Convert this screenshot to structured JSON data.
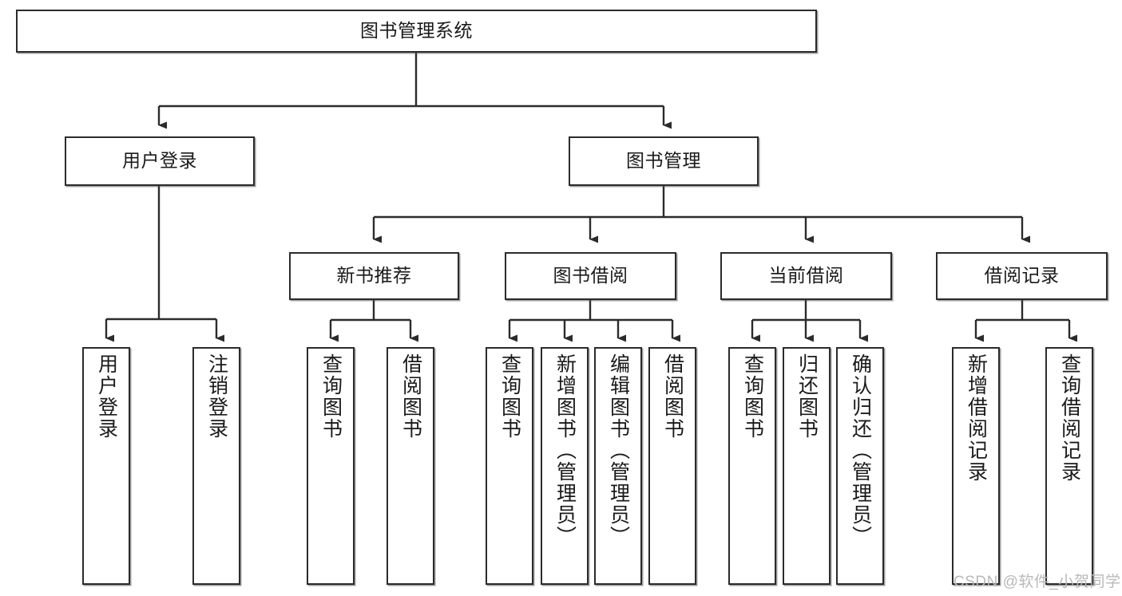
{
  "diagram": {
    "title": "图书管理系统",
    "type": "tree",
    "orientation": "top-down",
    "colors": {
      "node_border": "#2b2b2b",
      "node_fill": "#ffffff",
      "edge": "#2b2b2b",
      "text": "#1a1a1a",
      "watermark": "#b9b9b9",
      "canvas": "#ffffff"
    },
    "nodes": {
      "root": {
        "label": "图书管理系统"
      },
      "level2": [
        {
          "id": "user-login",
          "label": "用户登录"
        },
        {
          "id": "book-manage",
          "label": "图书管理"
        }
      ],
      "level3": [
        {
          "id": "new-book-recommend",
          "label": "新书推荐"
        },
        {
          "id": "book-borrow",
          "label": "图书借阅"
        },
        {
          "id": "current-borrow",
          "label": "当前借阅"
        },
        {
          "id": "borrow-record",
          "label": "借阅记录"
        }
      ],
      "leaves": {
        "user_login": [
          {
            "id": "leaf-user-login",
            "label": "用户登录"
          },
          {
            "id": "leaf-logout-login",
            "label": "注销登录"
          }
        ],
        "new_book_recommend": [
          {
            "id": "leaf-query-book-1",
            "label": "查询图书"
          },
          {
            "id": "leaf-borrow-book-1",
            "label": "借阅图书"
          }
        ],
        "book_borrow": [
          {
            "id": "leaf-query-book-2",
            "label": "查询图书"
          },
          {
            "id": "leaf-add-book",
            "label": "新增图书（管理员）"
          },
          {
            "id": "leaf-edit-book",
            "label": "编辑图书（管理员）"
          },
          {
            "id": "leaf-borrow-book-2",
            "label": "借阅图书"
          }
        ],
        "current_borrow": [
          {
            "id": "leaf-query-book-3",
            "label": "查询图书"
          },
          {
            "id": "leaf-return-book",
            "label": "归还图书"
          },
          {
            "id": "leaf-confirm-return",
            "label": "确认归还（管理员）"
          }
        ],
        "borrow_record": [
          {
            "id": "leaf-add-record",
            "label": "新增借阅记录"
          },
          {
            "id": "leaf-query-record",
            "label": "查询借阅记录"
          }
        ]
      }
    },
    "watermark": "CSDN @软件_小贺同学"
  }
}
